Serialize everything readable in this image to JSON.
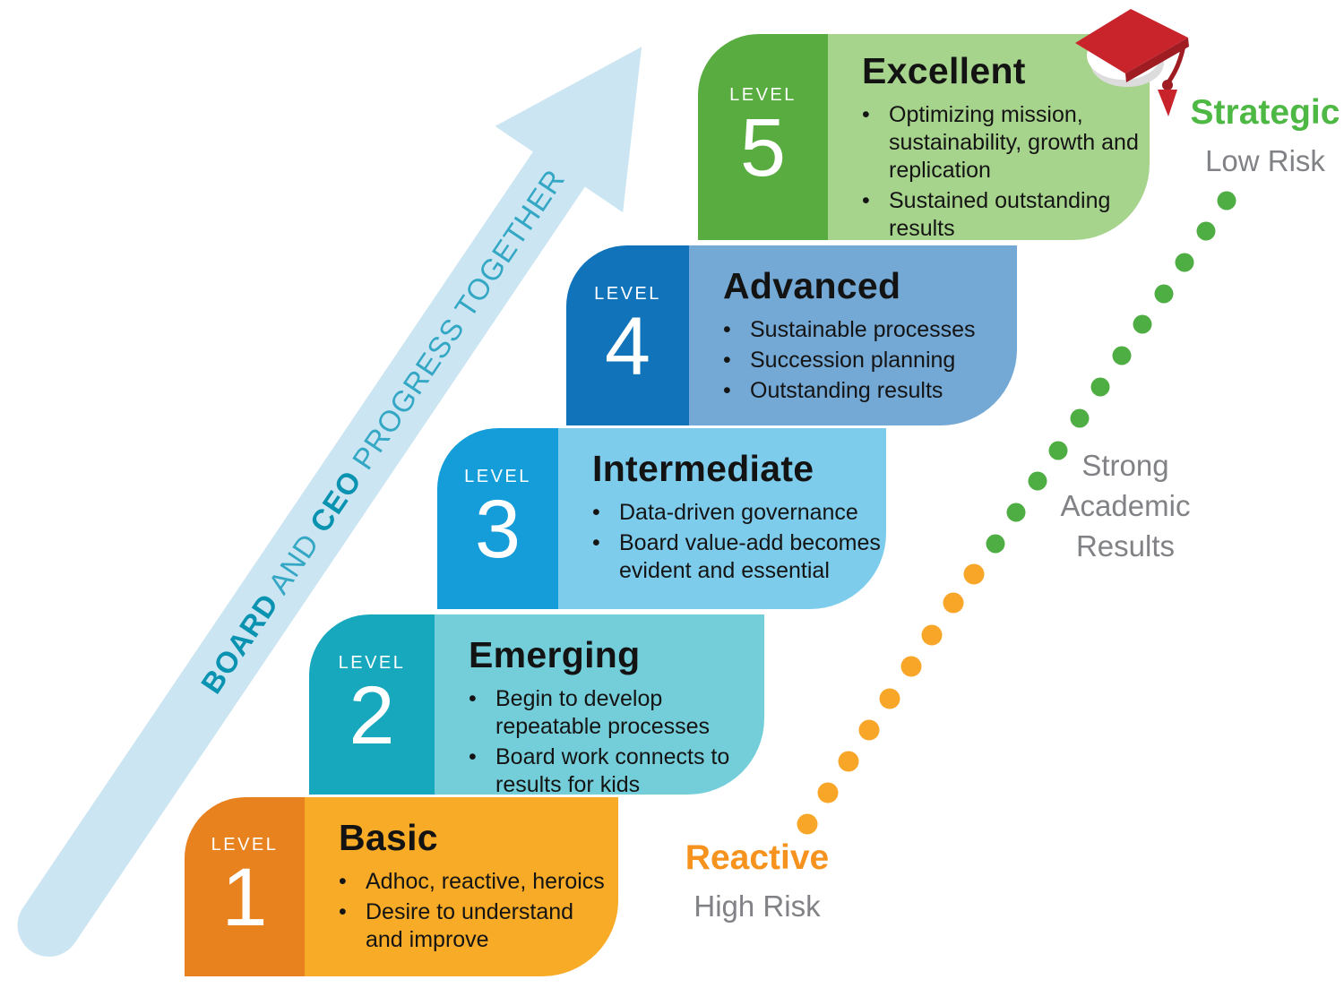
{
  "diagram": {
    "bullet_char": "•",
    "arrow": {
      "fill": "#cbe5f2",
      "bold_color": "#0a93b1",
      "regular_color": "#33a7c4",
      "segments": {
        "s1": "BOARD",
        "s2": " AND ",
        "s3": "CEO",
        "s4": " PROGRESS TOGETHER"
      }
    },
    "levels": [
      {
        "label": "LEVEL",
        "number": "1",
        "title": "Basic",
        "colors": {
          "dark": "#e8821f",
          "light": "#f8ab26"
        },
        "bullets": [
          "Adhoc, reactive, heroics",
          "Desire to understand and improve"
        ]
      },
      {
        "label": "LEVEL",
        "number": "2",
        "title": "Emerging",
        "colors": {
          "dark": "#17a8be",
          "light": "#74ced9"
        },
        "bullets": [
          "Begin to develop repeatable processes",
          "Board work connects to results for kids"
        ]
      },
      {
        "label": "LEVEL",
        "number": "3",
        "title": "Intermediate",
        "colors": {
          "dark": "#149dd9",
          "light": "#7eccec"
        },
        "bullets": [
          "Data-driven governance",
          "Board value-add becomes evident and essential"
        ]
      },
      {
        "label": "LEVEL",
        "number": "4",
        "title": "Advanced",
        "colors": {
          "dark": "#1173ba",
          "light": "#74a8d5"
        },
        "bullets": [
          "Sustainable processes",
          "Succession planning",
          "Outstanding results"
        ]
      },
      {
        "label": "LEVEL",
        "number": "5",
        "title": "Excellent",
        "colors": {
          "dark": "#58ac40",
          "light": "#a7d48c"
        },
        "bullets": [
          "Optimizing mission, sustainability, growth and replication",
          "Sustained outstanding results"
        ]
      }
    ],
    "risk_scale": {
      "high": {
        "title": "Reactive",
        "subtitle": "High Risk",
        "title_color": "#f6921e"
      },
      "mid": {
        "line1": "Strong",
        "line2": "Academic",
        "line3": "Results"
      },
      "low": {
        "title": "Strategic",
        "subtitle": "Low Risk",
        "title_color": "#4db843"
      },
      "subtitle_color": "#808285",
      "dot_colors": {
        "orange": "#f8a628",
        "green": "#4fae43"
      }
    },
    "cap": {
      "name": "graduation-cap",
      "red": "#c9242b",
      "red_dark": "#9e1c22",
      "base": "#ffffff",
      "base_shade": "#dcdcdc"
    }
  }
}
